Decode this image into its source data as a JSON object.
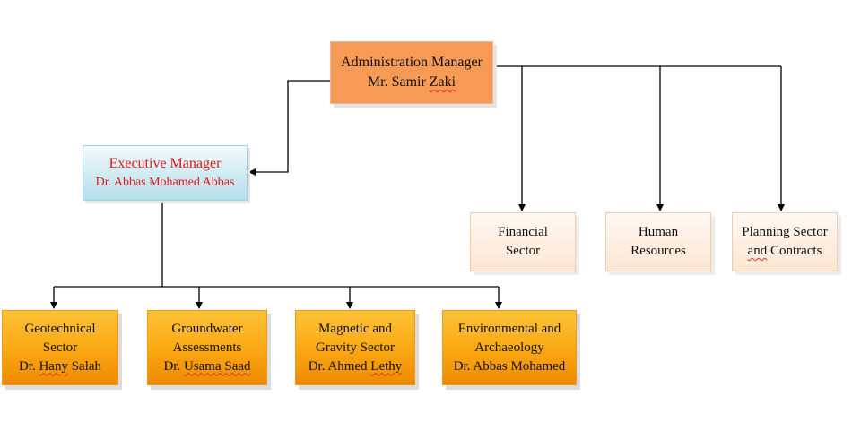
{
  "admin": {
    "title": "Administration Manager",
    "name_prefix": "Mr. Samir ",
    "name_flagged": "Zaki"
  },
  "executive": {
    "title": "Executive Manager",
    "name": "Dr. Abbas Mohamed Abbas"
  },
  "departments": {
    "financial": {
      "line1": "Financial",
      "line2": "Sector"
    },
    "human": {
      "line1": "Human",
      "line2": "Resources"
    },
    "planning": {
      "line1": "Planning Sector",
      "line2_flagged": "and",
      "line2_rest": " Contracts"
    }
  },
  "sectors": {
    "geotechnical": {
      "line1": "Geotechnical",
      "line2": "Sector",
      "head_prefix": "Dr. ",
      "head_flagged": "Hany",
      "head_rest": " Salah"
    },
    "groundwater": {
      "line1": "Groundwater",
      "line2": "Assessments",
      "head_prefix": "Dr. ",
      "head_flagged": "Usama Saad",
      "head_rest": ""
    },
    "magnetic": {
      "line1": "Magnetic and",
      "line2": "Gravity Sector",
      "head_prefix": "Dr. Ahmed ",
      "head_flagged": "Lethy",
      "head_rest": ""
    },
    "environmental": {
      "line1": "Environmental and",
      "line2": "Archaeology",
      "head": "Dr. Abbas Mohamed"
    }
  },
  "colors": {
    "admin_fill": "#f79a55",
    "executive_text": "#e01818",
    "executive_fill": "#cfeaf2",
    "department_fill": "#fde6d2",
    "sector_fill": "#fbad18",
    "spellcheck_underline": "#e03030"
  }
}
